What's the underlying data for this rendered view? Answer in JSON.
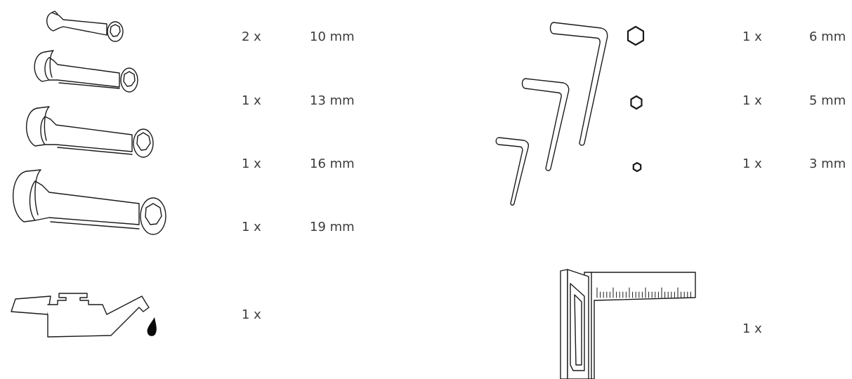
{
  "wrenches": [
    {
      "qty": "2 x",
      "size": "10 mm"
    },
    {
      "qty": "1 x",
      "size": "13 mm"
    },
    {
      "qty": "1 x",
      "size": "16 mm"
    },
    {
      "qty": "1 x",
      "size": "19 mm"
    }
  ],
  "oil_can": {
    "qty": "1 x"
  },
  "hex_keys": [
    {
      "qty": "1 x",
      "size": "6 mm"
    },
    {
      "qty": "1 x",
      "size": "5 mm"
    },
    {
      "qty": "1 x",
      "size": "3 mm"
    }
  ],
  "square": {
    "qty": "1 x"
  },
  "icons": [
    "wrench-10mm-icon",
    "wrench-13mm-icon",
    "wrench-16mm-icon",
    "wrench-19mm-icon",
    "oil-can-icon",
    "hex-key-set-icon",
    "hexagon-icon",
    "try-square-icon"
  ]
}
